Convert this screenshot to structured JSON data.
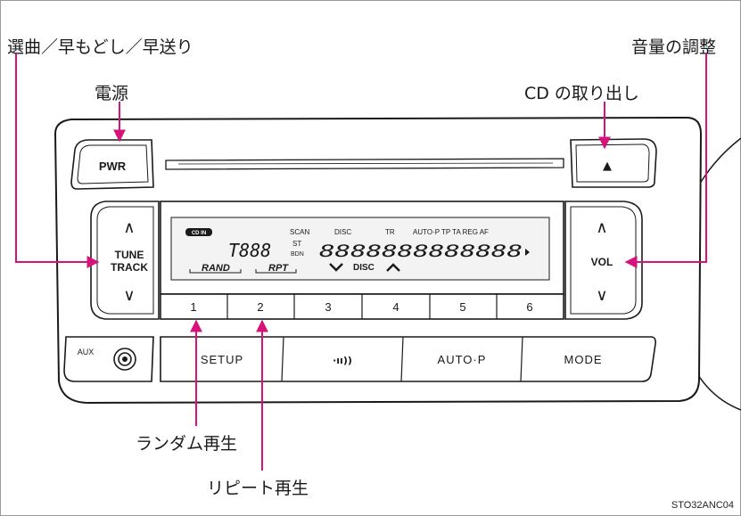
{
  "callouts": {
    "track": "選曲／早もどし／早送り",
    "power": "電源",
    "volume": "音量の調整",
    "eject": "CD の取り出し",
    "random": "ランダム再生",
    "repeat": "リピート再生"
  },
  "buttons": {
    "power": "PWR",
    "eject_symbol": "▲",
    "tune_line1": "TUNE",
    "tune_line2": "TRACK",
    "up_symbol": "∧",
    "down_symbol": "∨",
    "vol": "VOL",
    "aux": "AUX",
    "setup": "SETUP",
    "wireless_symbol": "·ıı))",
    "auto_p": "AUTO·P",
    "mode": "MODE",
    "presets": [
      "1",
      "2",
      "3",
      "4",
      "5",
      "6"
    ]
  },
  "display": {
    "cd_in": "CD IN",
    "scan": "SCAN",
    "disc_top": "DISC",
    "tr": "TR",
    "indicators": "AUTO·P  TP TA REG AF",
    "track_digits": "T888",
    "st": "ST",
    "bdn": "BDN",
    "segments": "8888888888888",
    "rand": "RAND",
    "rpt": "RPT",
    "disc_bottom": "DISC"
  },
  "image_code": "STO32ANC04",
  "colors": {
    "leader_line": "#d4147a",
    "outline": "#1a1a1a",
    "lcd_fill": "#f3f3f3"
  }
}
